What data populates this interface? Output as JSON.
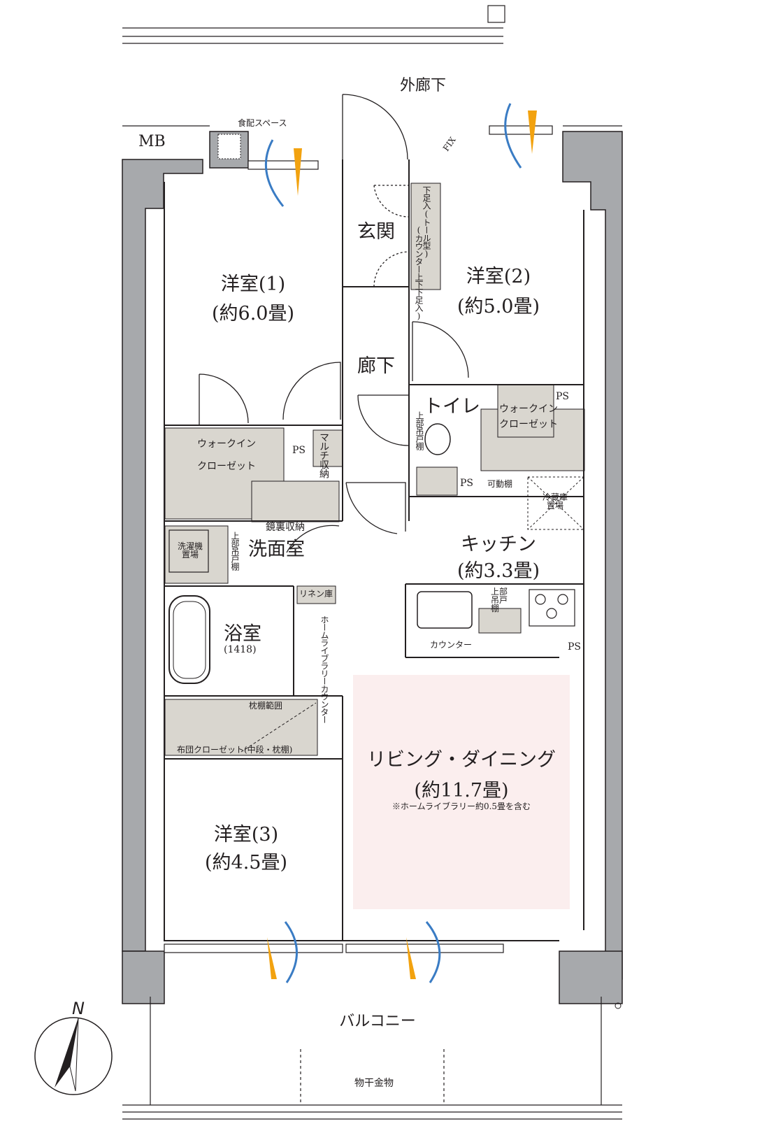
{
  "outside": {
    "corridor": "外廊下",
    "mb": "MB",
    "food_space": "食配スペース",
    "fix": "FIX",
    "balcony": "バルコニー",
    "drying": "物干金物"
  },
  "rooms": {
    "western1": {
      "name": "洋室(1)",
      "size": "(約6.0畳)"
    },
    "western2": {
      "name": "洋室(2)",
      "size": "(約5.0畳)"
    },
    "western3": {
      "name": "洋室(3)",
      "size": "(約4.5畳)"
    },
    "entrance": "玄関",
    "hallway": "廊下",
    "toilet": "トイレ",
    "washroom": "洗面室",
    "bath": {
      "name": "浴室",
      "size": "(1418)"
    },
    "kitchen": {
      "name": "キッチン",
      "size": "(約3.3畳)"
    },
    "living": {
      "name": "リビング・ダイニング",
      "size": "(約11.7畳)",
      "note": "※ホームライブラリー約0.5畳を含む"
    }
  },
  "storage": {
    "shoe_tall": "下足入(トール型)",
    "shoe_counter": "(カウンター上下下足入)",
    "wic1_a": "ウォークイン",
    "wic1_b": "クローゼット",
    "wic2_a": "ウォークイン",
    "wic2_b": "クローゼット",
    "multi": "マルチ収納",
    "ps": "PS",
    "mirror": "鏡裏収納",
    "upper_shelf": "上部吊戸棚",
    "washer": "洗濯機置場",
    "linen": "リネン庫",
    "movable": "可動棚",
    "fridge": "冷蔵庫置場",
    "counter": "カウンター",
    "home_library": "ホームライブラリーカウンター",
    "pillow_range": "枕棚範囲",
    "futon": "布団クローゼット(中段・枕棚)"
  },
  "compass": "N",
  "colors": {
    "wall": "#a7a9ac",
    "storage": "#d9d6cf",
    "living": "#fbeeee",
    "wind": "#3a7cc4",
    "sun": "#f2a20f",
    "line": "#231f20"
  }
}
